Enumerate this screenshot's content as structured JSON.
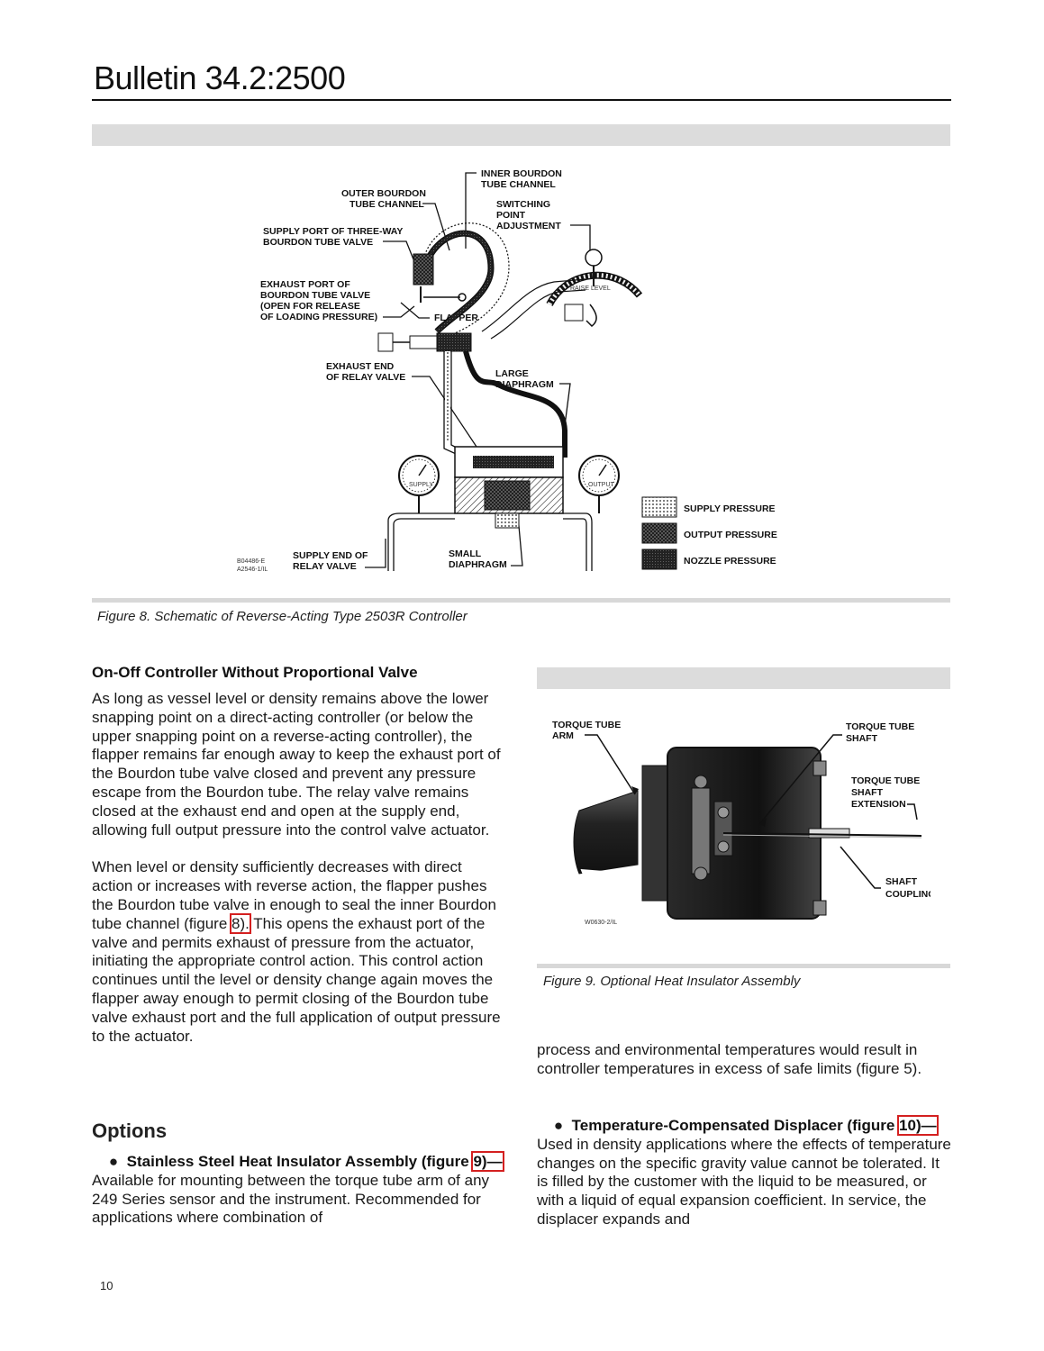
{
  "header": {
    "title": "Bulletin 34.2:2500"
  },
  "figure8": {
    "caption": "Figure 8. Schematic of Reverse-Acting Type 2503R Controller",
    "labels": {
      "outer_bourdon_1": "OUTER BOURDON",
      "outer_bourdon_2": "TUBE CHANNEL",
      "inner_bourdon_1": "INNER BOURDON",
      "inner_bourdon_2": "TUBE CHANNEL",
      "switching_1": "SWITCHING",
      "switching_2": "POINT",
      "switching_3": "ADJUSTMENT",
      "supply_port_1": "SUPPLY PORT OF THREE-WAY",
      "supply_port_2": "BOURDON TUBE VALVE",
      "exhaust_port_1": "EXHAUST PORT OF",
      "exhaust_port_2": "BOURDON TUBE VALVE",
      "exhaust_port_3": "(OPEN FOR RELEASE",
      "exhaust_port_4": "OF LOADING PRESSURE)",
      "flapper": "FLAPPER",
      "raise_level": "RAISE LEVEL",
      "exhaust_end_1": "EXHAUST END",
      "exhaust_end_2": "OF RELAY VALVE",
      "large_diaphragm_1": "LARGE",
      "large_diaphragm_2": "DIAPHRAGM",
      "supply_gauge": "SUPPLY",
      "output_gauge": "OUTPUT",
      "supply_end_1": "SUPPLY END OF",
      "supply_end_2": "RELAY VALVE",
      "small_diaphragm_1": "SMALL",
      "small_diaphragm_2": "DIAPHRAGM",
      "code_1": "B04486-E",
      "code_2": "A2546-1/IL"
    },
    "legend": [
      "SUPPLY PRESSURE",
      "OUTPUT PRESSURE",
      "NOZZLE PRESSURE"
    ]
  },
  "section1": {
    "heading": "On-Off Controller Without Proportional Valve",
    "para1": "As long as vessel level or density remains above the lower snapping point on a direct-acting controller (or below the upper snapping point on a reverse-acting controller), the flapper remains far enough away to keep the exhaust port of the Bourdon tube valve closed and prevent any pressure escape from the Bourdon tube. The relay valve remains closed at the exhaust end and open at the supply end, allowing full output pressure into the control valve actuator.",
    "para2_a": "When level or density sufficiently decreases with direct action or increases with reverse action, the flapper pushes the Bourdon tube valve in enough to seal the inner Bourdon tube channel (figure ",
    "para2_ref": "8).",
    "para2_b": " This opens the exhaust port of the valve and permits exhaust of pressure from the actuator, initiating the appropriate control action. This control action continues until the level or density change again moves the flapper away enough to permit closing of the Bourdon tube valve exhaust port and the full application of output pressure to the actuator."
  },
  "options": {
    "heading": "Options",
    "item1_bold": "Stainless Steel Heat Insulator Assembly (figure ",
    "item1_ref": "9)—",
    "item1_text": "Available for mounting between the torque tube arm of any 249 Series sensor and the instrument. Recommended for applications where combination of",
    "continued": "process and environmental temperatures would result in controller temperatures in excess of safe limits (figure 5).",
    "item2_bold": "Temperature-Compensated Displacer (figure ",
    "item2_ref": "10)—",
    "item2_text": "Used in density applications where the effects of temperature changes on the specific gravity value cannot be tolerated. It is filled by the customer with the liquid to be measured, or with a liquid of equal expansion coefficient. In service, the displacer expands and"
  },
  "figure9": {
    "caption": "Figure 9. Optional Heat Insulator Assembly",
    "labels": {
      "arm_1": "TORQUE TUBE",
      "arm_2": "ARM",
      "shaft_1": "TORQUE TUBE",
      "shaft_2": "SHAFT",
      "ext_1": "TORQUE TUBE",
      "ext_2": "SHAFT",
      "ext_3": "EXTENSION",
      "coupling_1": "SHAFT",
      "coupling_2": "COUPLING",
      "code": "W0630-2/IL"
    }
  },
  "page_number": "10",
  "colors": {
    "ref_box": "#d42020",
    "bar": "#dcdcdc"
  }
}
